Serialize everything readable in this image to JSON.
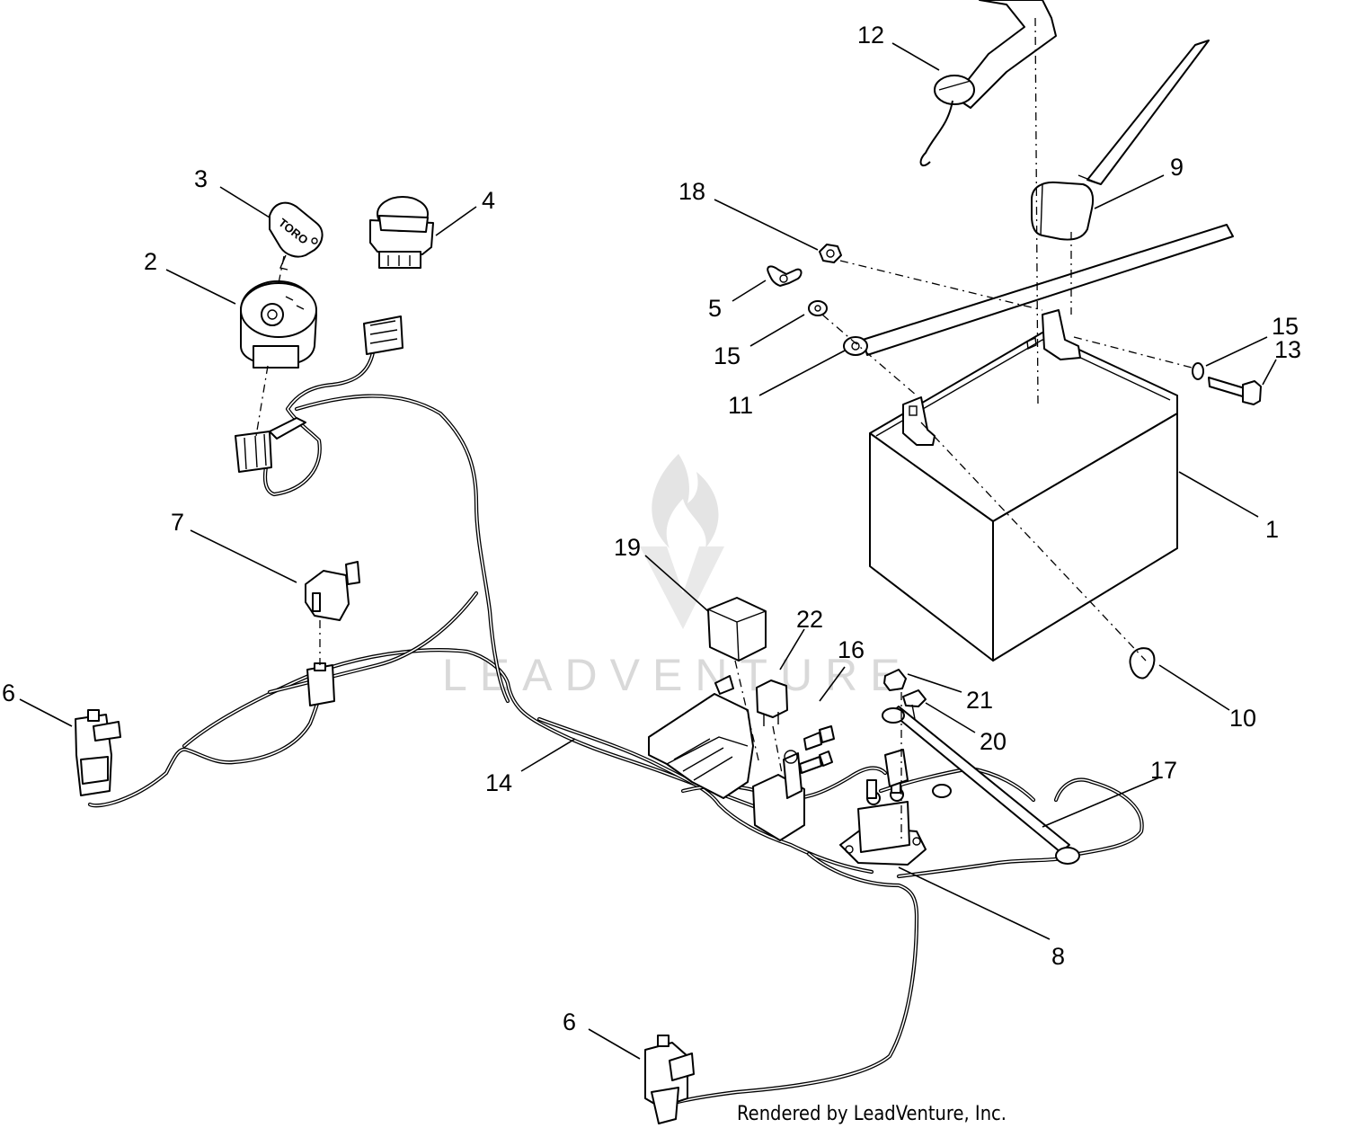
{
  "diagram": {
    "callouts": [
      {
        "id": "c12",
        "text": "12"
      },
      {
        "id": "c9",
        "text": "9"
      },
      {
        "id": "c3",
        "text": "3"
      },
      {
        "id": "c4",
        "text": "4"
      },
      {
        "id": "c2",
        "text": "2"
      },
      {
        "id": "c18",
        "text": "18"
      },
      {
        "id": "c5",
        "text": "5"
      },
      {
        "id": "c15a",
        "text": "15"
      },
      {
        "id": "c15b",
        "text": "15"
      },
      {
        "id": "c13",
        "text": "13"
      },
      {
        "id": "c11",
        "text": "11"
      },
      {
        "id": "c1",
        "text": "1"
      },
      {
        "id": "c7",
        "text": "7"
      },
      {
        "id": "c19",
        "text": "19"
      },
      {
        "id": "c22",
        "text": "22"
      },
      {
        "id": "c16",
        "text": "16"
      },
      {
        "id": "c6a",
        "text": "6"
      },
      {
        "id": "c21",
        "text": "21"
      },
      {
        "id": "c10",
        "text": "10"
      },
      {
        "id": "c20",
        "text": "20"
      },
      {
        "id": "c14",
        "text": "14"
      },
      {
        "id": "c17",
        "text": "17"
      },
      {
        "id": "c8",
        "text": "8"
      },
      {
        "id": "c6b",
        "text": "6"
      }
    ],
    "key_logo_text": "TORO",
    "watermark_text": "LEADVENTURE",
    "footer_text": "Rendered by LeadVenture, Inc."
  }
}
